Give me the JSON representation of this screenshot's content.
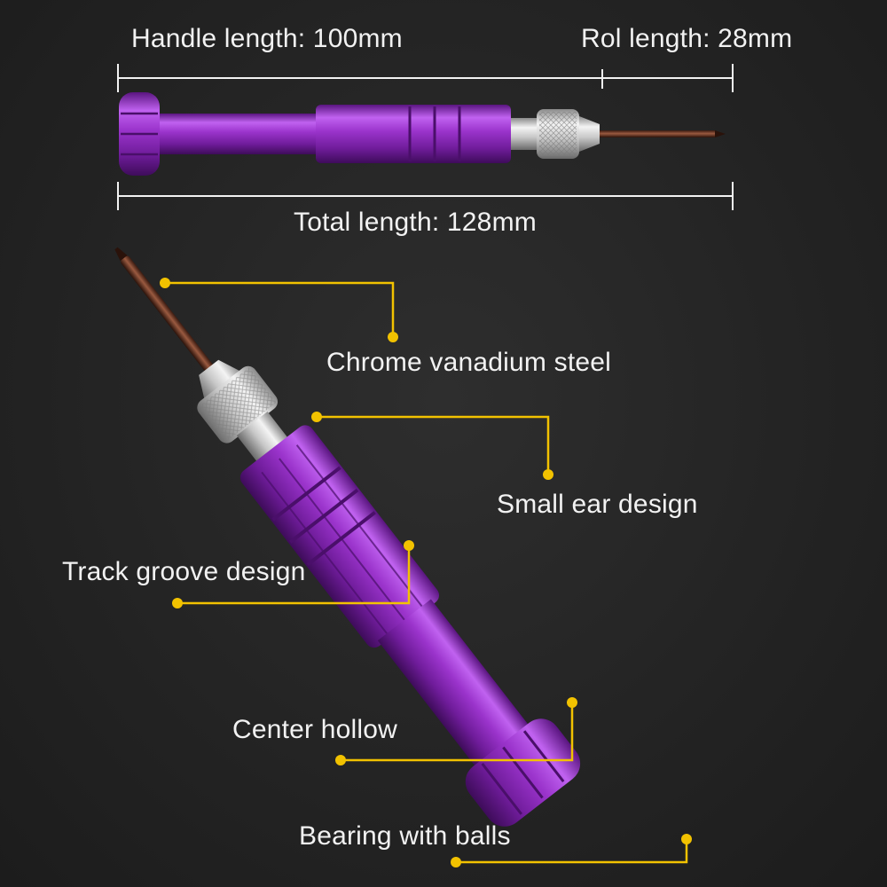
{
  "dimensions": {
    "handle_length": "Handle length: 100mm",
    "rod_length": "Rol length: 28mm",
    "total_length": "Total length: 128mm"
  },
  "features": {
    "steel": "Chrome vanadium steel",
    "ear": "Small ear design",
    "groove": "Track groove design",
    "hollow": "Center hollow",
    "bearing": "Bearing with balls"
  },
  "colors": {
    "background": "#242424",
    "callout": "#f2c200",
    "handle": "#9a2fc8",
    "text": "#f2f2f2"
  }
}
